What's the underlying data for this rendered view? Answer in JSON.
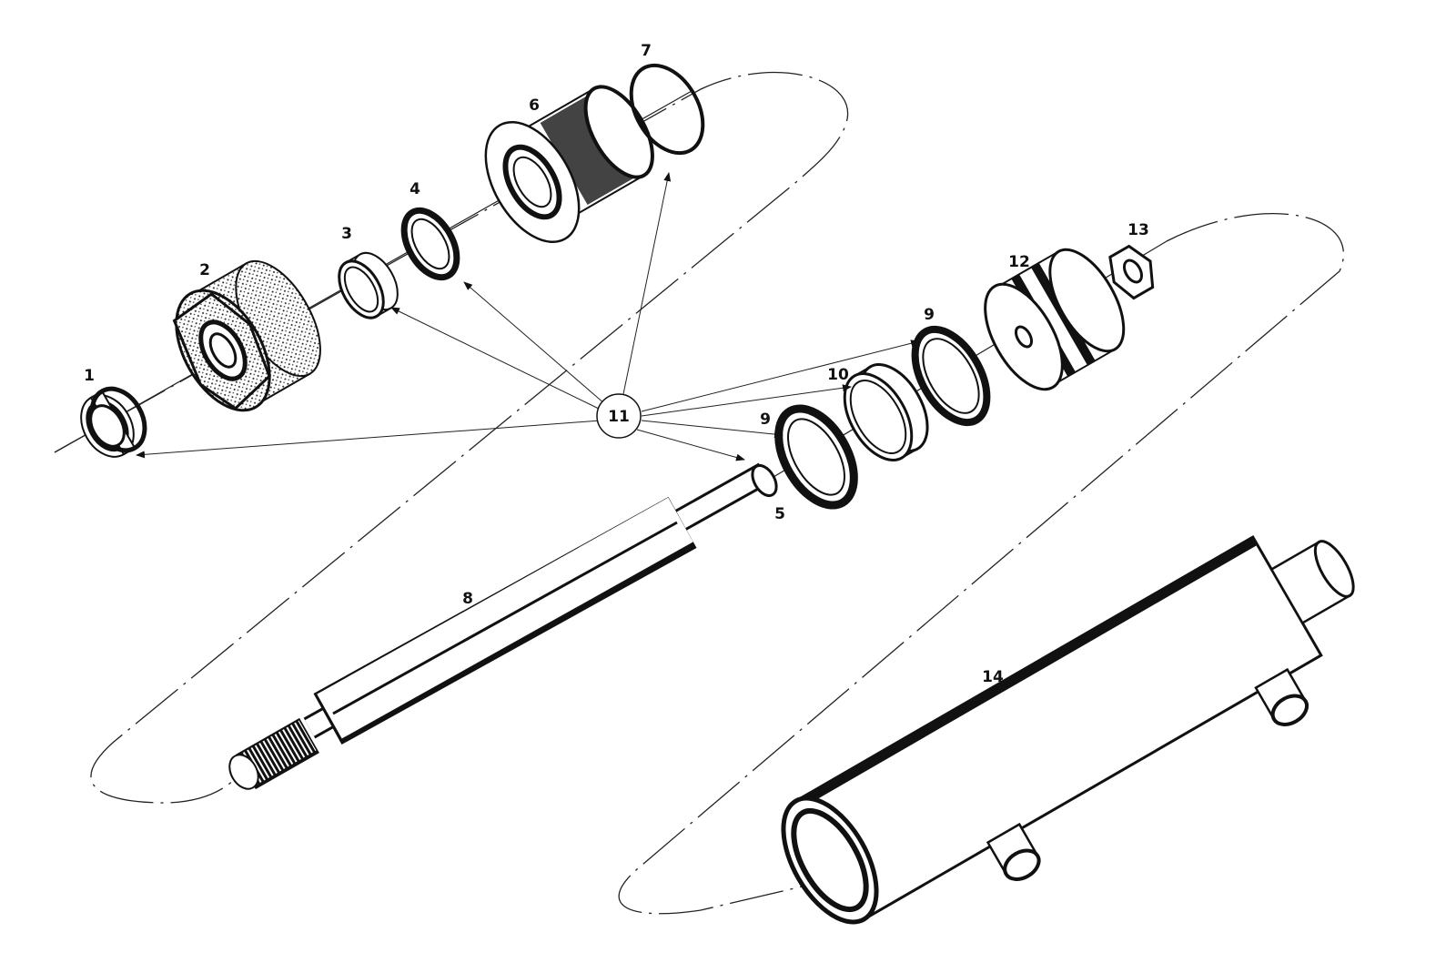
{
  "diagram": {
    "type": "exploded parts view of hydraulic cylinder",
    "labels": {
      "p1": "1",
      "p2": "2",
      "p3": "3",
      "p4": "4",
      "p5": "5",
      "p6": "6",
      "p7": "7",
      "p8": "8",
      "p9a": "9",
      "p9b": "9",
      "p10": "10",
      "p11": "11",
      "p12": "12",
      "p13": "13",
      "p14": "14"
    },
    "colors": {
      "ink": "#111111",
      "paper": "#ffffff"
    }
  }
}
